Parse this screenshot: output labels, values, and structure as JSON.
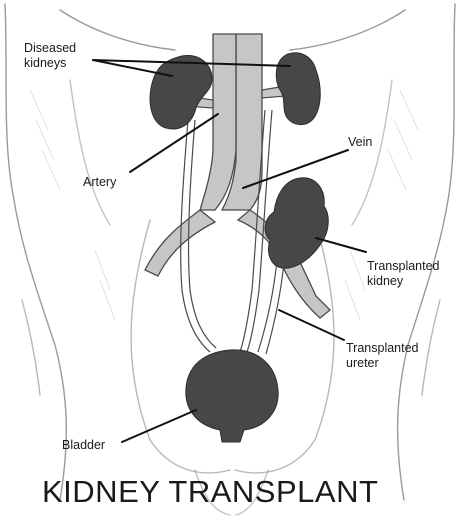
{
  "title": "KIDNEY TRANSPLANT",
  "labels": {
    "diseased_kidneys_line1": "Diseased",
    "diseased_kidneys_line2": "kidneys",
    "artery": "Artery",
    "vein": "Vein",
    "transplanted_kidney_line1": "Transplanted",
    "transplanted_kidney_line2": "kidney",
    "transplanted_ureter_line1": "Transplanted",
    "transplanted_ureter_line2": "ureter",
    "bladder": "Bladder"
  },
  "colors": {
    "organ": "#474747",
    "vessel_fill": "#c6c6c6",
    "body_outline": "#9a9a9a",
    "body_shade": "#f1f1f1",
    "leader_line": "#111111"
  }
}
